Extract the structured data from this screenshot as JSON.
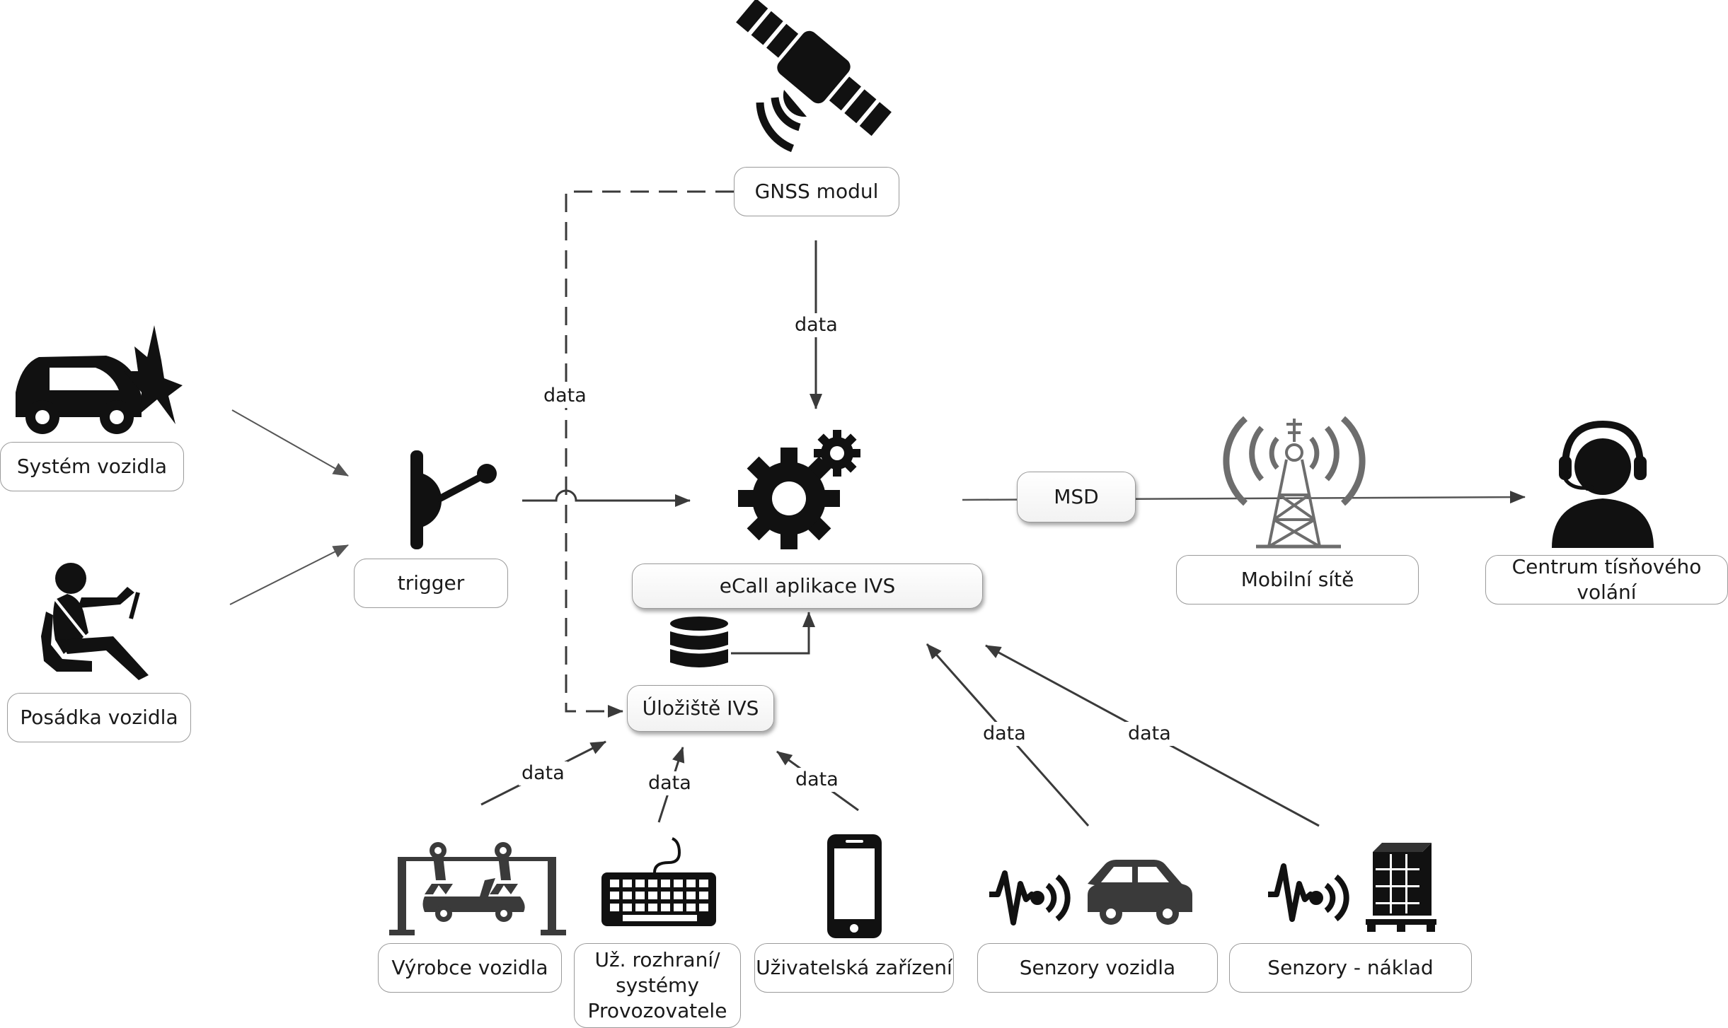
{
  "nodes": {
    "gnss": "GNSS modul",
    "system": "Systém vozidla",
    "crew": "Posádka vozidla",
    "trigger": "trigger",
    "ecall": "eCall aplikace IVS",
    "storage": "Úložiště IVS",
    "msd": "MSD",
    "mobile": "Mobilní sítě",
    "center_line1": "Centrum tísňového",
    "center_line2": "volání",
    "manufacturer": "Výrobce vozidla",
    "operator_line1": "Už. rozhraní/",
    "operator_line2": "systémy",
    "operator_line3": "Provozovatele",
    "user_devices": "Uživatelská zařízení",
    "vehicle_sensors": "Senzory vozidla",
    "cargo_sensors": "Senzory - náklad"
  },
  "edge_labels": {
    "gnss_to_ecall": "data",
    "gnss_to_storage": "data",
    "manufacturer_to_storage": "data",
    "operator_to_storage": "data",
    "devices_to_storage": "data",
    "vehicle_sensors_to_ecall": "data",
    "cargo_sensors_to_ecall": "data"
  },
  "icons": [
    "satellite-icon",
    "crashed-car-icon",
    "seated-passenger-icon",
    "trigger-lever-icon",
    "gears-icon",
    "database-icon",
    "cell-tower-icon",
    "operator-headset-icon",
    "robot-factory-icon",
    "keyboard-icon",
    "smartphone-icon",
    "sensor-wave-icon",
    "car-icon",
    "cargo-pallet-icon"
  ],
  "colors": {
    "icon": "#111111",
    "line": "#3a3a3a",
    "border": "#9a9a9a",
    "tower": "#6d6d6d"
  }
}
